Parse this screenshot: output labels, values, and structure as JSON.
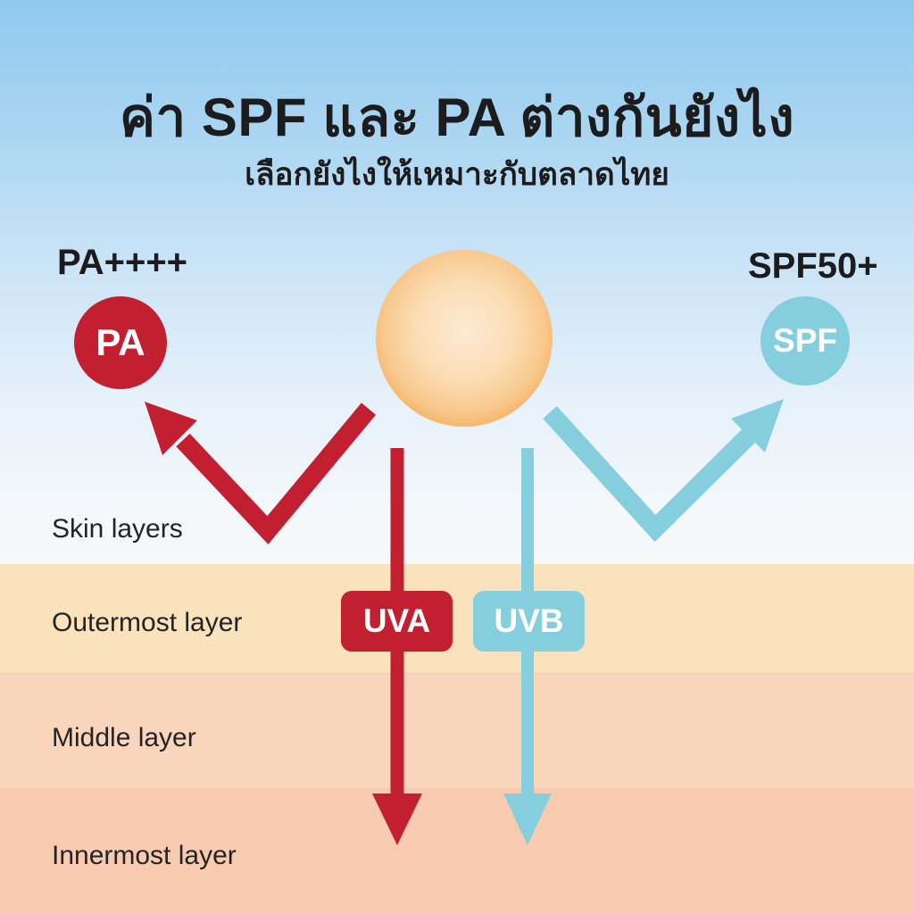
{
  "header": {
    "title": "ค่า SPF และ PA ต่างกันยังไง",
    "subtitle": "เลือกยังไงให้เหมาะกับตลาดไทย"
  },
  "pa_side": {
    "rating": "PA++++",
    "badge": "PA"
  },
  "spf_side": {
    "rating": "SPF50+",
    "badge": "SPF"
  },
  "rays": {
    "uva_label": "UVA",
    "uvb_label": "UVB"
  },
  "skin": {
    "caption": "Skin layers",
    "layers": [
      {
        "label": "Outermost layer",
        "color": "#FAE3BC"
      },
      {
        "label": "Middle layer",
        "color": "#F9D5BB"
      },
      {
        "label": "Innermost layer",
        "color": "#F8CBB1"
      }
    ]
  },
  "colors": {
    "uva_red": "#C22031",
    "uvb_blue": "#85CEDE",
    "sun_core": "#FCEBD3",
    "sun_edge": "#F0912D",
    "sky_top": "#90C9EE",
    "sky_low": "#F6F8FA"
  }
}
